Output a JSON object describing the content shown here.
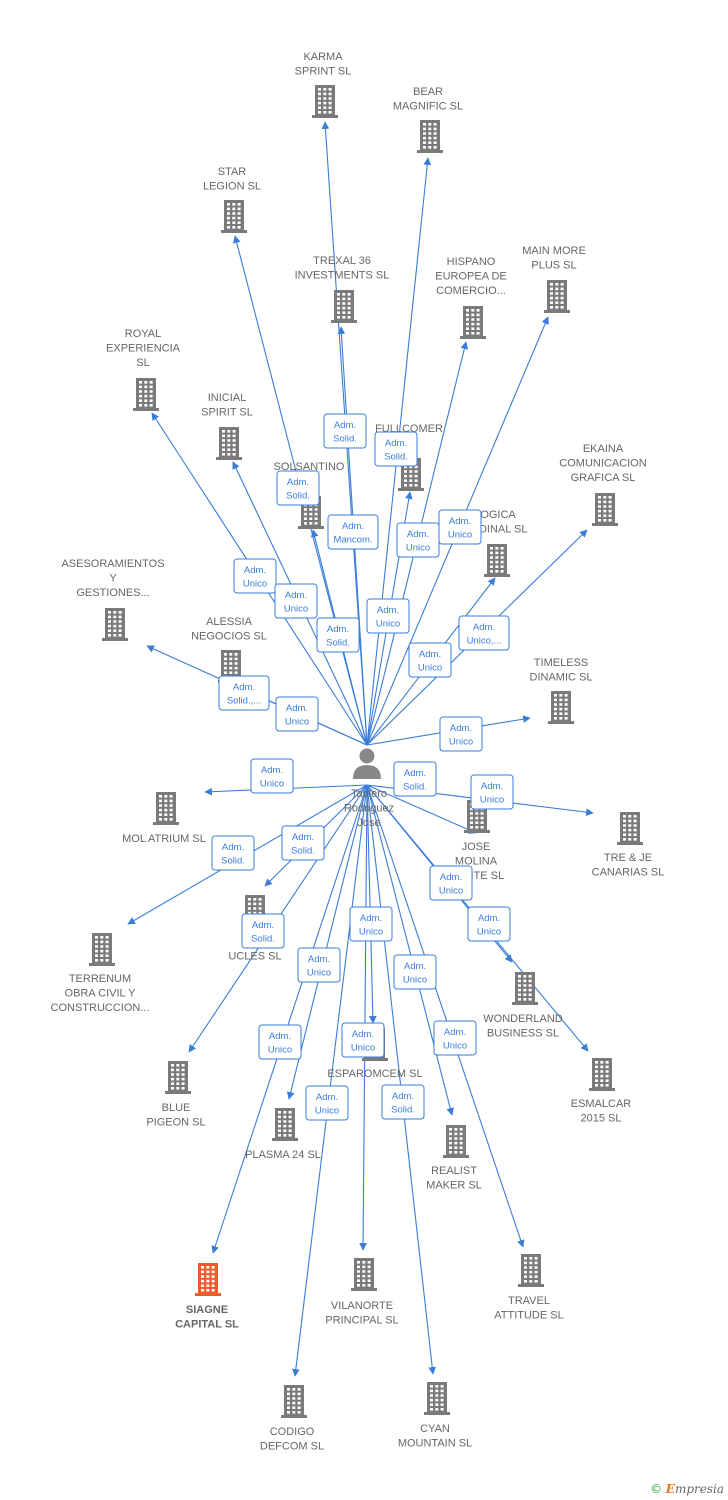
{
  "center": {
    "id": "c",
    "label": [
      "Taulero",
      "Rodriguez",
      "Jose"
    ]
  },
  "colors": {
    "edge": "#3a7dd8",
    "node": "#7a7a7a",
    "highlight": "#ee5a2a",
    "label": "#666666",
    "person": "#888888"
  },
  "nodes": [
    {
      "id": "karma",
      "label": [
        "KARMA",
        "SPRINT  SL"
      ]
    },
    {
      "id": "bear",
      "label": [
        "BEAR",
        "MAGNIFIC  SL"
      ]
    },
    {
      "id": "star",
      "label": [
        "STAR",
        "LEGION  SL"
      ]
    },
    {
      "id": "trexal",
      "label": [
        "TREXAL 36",
        "INVESTMENTS SL"
      ]
    },
    {
      "id": "hispano",
      "label": [
        "HISPANO",
        "EUROPEA DE",
        "COMERCIO..."
      ]
    },
    {
      "id": "mainmore",
      "label": [
        "MAIN MORE",
        "PLUS  SL"
      ]
    },
    {
      "id": "royal",
      "label": [
        "ROYAL",
        "EXPERIENCIA",
        "SL"
      ]
    },
    {
      "id": "inicial",
      "label": [
        "INICIAL",
        "SPIRIT  SL"
      ]
    },
    {
      "id": "fullcomer",
      "label": [
        "FULLCOMER",
        "SL"
      ]
    },
    {
      "id": "solsantino",
      "label": [
        "SOLSANTINO"
      ]
    },
    {
      "id": "ekaina",
      "label": [
        "EKAINA",
        "COMUNICACION",
        "GRAFICA  SL"
      ]
    },
    {
      "id": "logica",
      "label": [
        "LOGICA",
        "ORDINAL  SL"
      ]
    },
    {
      "id": "asesoramientos",
      "label": [
        "ASESORAMIENTOS",
        "Y",
        "GESTIONES..."
      ]
    },
    {
      "id": "alessia",
      "label": [
        "ALESSIA",
        "NEGOCIOS  SL"
      ]
    },
    {
      "id": "timeless",
      "label": [
        "TIMELESS",
        "DINAMIC  SL"
      ]
    },
    {
      "id": "molatrium",
      "label": [
        "MOL ATRIUM  SL"
      ]
    },
    {
      "id": "josemolina",
      "label": [
        "JOSE",
        "MOLINA",
        "MONTE  SL"
      ]
    },
    {
      "id": "treje",
      "label": [
        "TRE & JE",
        "CANARIAS  SL"
      ]
    },
    {
      "id": "terrenum",
      "label": [
        "TERRENUM",
        "OBRA CIVIL Y",
        "CONSTRUCCION..."
      ]
    },
    {
      "id": "nucles",
      "label": [
        "N...",
        "UCLES  SL"
      ]
    },
    {
      "id": "wonderland",
      "label": [
        "WONDERLAND",
        "BUSINESS  SL"
      ]
    },
    {
      "id": "esmalcar",
      "label": [
        "ESMALCAR",
        "2015  SL"
      ]
    },
    {
      "id": "bluepigeon",
      "label": [
        "BLUE",
        "PIGEON  SL"
      ]
    },
    {
      "id": "esparomcem",
      "label": [
        "ESPAROMCEM SL"
      ]
    },
    {
      "id": "plasma",
      "label": [
        "PLASMA 24 SL"
      ]
    },
    {
      "id": "realist",
      "label": [
        "REALIST",
        "MAKER  SL"
      ]
    },
    {
      "id": "siagne",
      "label": [
        "SIAGNE",
        "CAPITAL  SL"
      ],
      "highlight": true
    },
    {
      "id": "vilanorte",
      "label": [
        "VILANORTE",
        "PRINCIPAL  SL"
      ]
    },
    {
      "id": "travel",
      "label": [
        "TRAVEL",
        "ATTITUDE  SL"
      ]
    },
    {
      "id": "codigo",
      "label": [
        "CODIGO",
        "DEFCOM  SL"
      ]
    },
    {
      "id": "cyan",
      "label": [
        "CYAN",
        "MOUNTAIN  SL"
      ]
    }
  ],
  "edges": [
    {
      "target": "karma",
      "role": [
        "Adm.",
        "Solid."
      ]
    },
    {
      "target": "bear",
      "role": [
        "Adm.",
        "Solid."
      ]
    },
    {
      "target": "star",
      "role": [
        "Adm.",
        "Solid."
      ]
    },
    {
      "target": "trexal",
      "role": [
        "Adm.",
        "Mancom."
      ]
    },
    {
      "target": "hispano",
      "role": [
        "Adm.",
        "Unico"
      ]
    },
    {
      "target": "mainmore",
      "role": [
        "Adm.",
        "Unico"
      ]
    },
    {
      "target": "royal",
      "role": [
        "Adm.",
        "Unico"
      ]
    },
    {
      "target": "inicial",
      "role": [
        "Adm.",
        "Unico"
      ]
    },
    {
      "target": "fullcomer",
      "role": [
        "Adm.",
        "Unico"
      ]
    },
    {
      "target": "solsantino",
      "role": [
        "Adm.",
        "Solid."
      ]
    },
    {
      "target": "ekaina",
      "role": [
        "Adm.",
        "Unico,..."
      ]
    },
    {
      "target": "logica",
      "role": [
        "Adm.",
        "Unico"
      ]
    },
    {
      "target": "asesoramientos",
      "role": [
        "Adm.",
        "Solid.,..."
      ]
    },
    {
      "target": "alessia",
      "role": [
        "Adm.",
        "Unico"
      ]
    },
    {
      "target": "timeless",
      "role": [
        "Adm.",
        "Unico"
      ]
    },
    {
      "target": "molatrium",
      "role": [
        "Adm.",
        "Unico"
      ]
    },
    {
      "target": "josemolina",
      "role": [
        "Adm.",
        "Solid."
      ]
    },
    {
      "target": "treje",
      "role": [
        "Adm.",
        "Unico"
      ]
    },
    {
      "target": "terrenum",
      "role": [
        "Adm.",
        "Solid."
      ]
    },
    {
      "target": "nucles",
      "role": [
        "Adm.",
        "Solid."
      ]
    },
    {
      "target": "wonderland",
      "role": [
        "Adm.",
        "Unico"
      ]
    },
    {
      "target": "esmalcar",
      "role": [
        "Adm.",
        "Unico"
      ]
    },
    {
      "target": "bluepigeon",
      "role": [
        "Adm.",
        "Solid."
      ]
    },
    {
      "target": "esparomcem",
      "role": [
        "Adm.",
        "Unico"
      ]
    },
    {
      "target": "plasma",
      "role": [
        "Adm.",
        "Unico"
      ]
    },
    {
      "target": "realist",
      "role": [
        "Adm.",
        "Unico"
      ]
    },
    {
      "target": "siagne",
      "role": [
        "Adm.",
        "Unico"
      ]
    },
    {
      "target": "vilanorte",
      "role": [
        "Adm.",
        "Unico"
      ]
    },
    {
      "target": "travel",
      "role": [
        "Adm.",
        "Unico"
      ]
    },
    {
      "target": "codigo",
      "role": [
        "Adm.",
        "Unico"
      ]
    },
    {
      "target": "cyan",
      "role": [
        "Adm.",
        "Solid."
      ]
    }
  ],
  "credit": {
    "symbol": "©",
    "brand_initial": "E",
    "brand_rest": "mpresia"
  }
}
